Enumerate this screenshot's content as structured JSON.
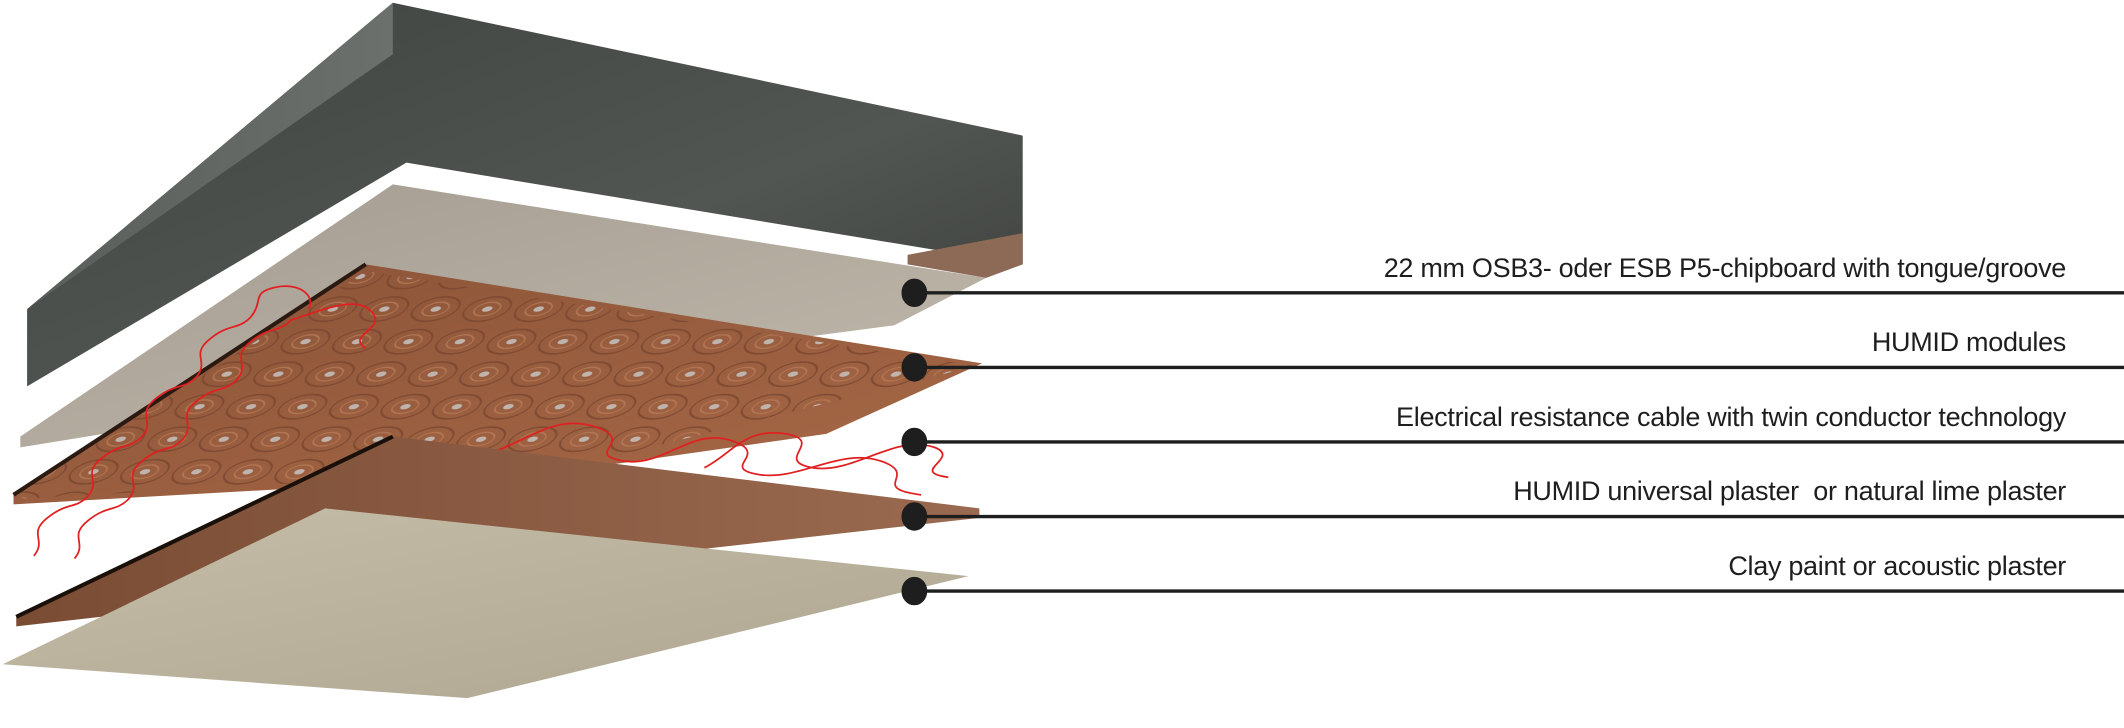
{
  "diagram": {
    "layers": [
      {
        "label": "22 mm OSB3- oder ESB P5-chipboard with tongue/groove"
      },
      {
        "label": "HUMID modules"
      },
      {
        "label": "Electrical resistance cable with twin conductor technology"
      },
      {
        "label": "HUMID universal plaster  or natural lime plaster"
      },
      {
        "label": "Clay paint or acoustic plaster"
      }
    ],
    "colors": {
      "concrete": "#4a4e4a",
      "chipboard": "#b9b1a4",
      "modules": "#9a5e3e",
      "cable": "#e02020",
      "plaster": "#8c5a40",
      "clay_paint": "#bcb39c",
      "leader": "#1e1e1e"
    }
  }
}
